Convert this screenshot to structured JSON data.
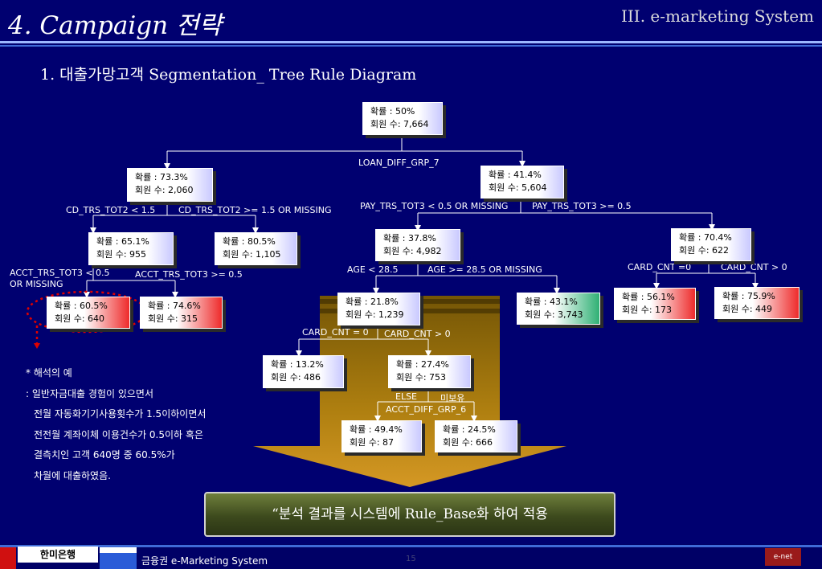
{
  "header": {
    "title": "4. Campaign  전략",
    "section": "III. e-marketing System",
    "subtitle": "1. 대출가망고객 Segmentation_ Tree Rule Diagram"
  },
  "nodes": {
    "root": {
      "prob": "확률 : 50%",
      "members": "회원 수: 7,664"
    },
    "n1": {
      "prob": "확률 : 73.3%",
      "members": "회원 수: 2,060"
    },
    "n2": {
      "prob": "확률 : 41.4%",
      "members": "회원 수: 5,604"
    },
    "n11": {
      "prob": "확률 : 65.1%",
      "members": "회원 수: 955"
    },
    "n12": {
      "prob": "확률 : 80.5%",
      "members": "회원 수: 1,105"
    },
    "n21": {
      "prob": "확률 : 37.8%",
      "members": "회원 수: 4,982"
    },
    "n22": {
      "prob": "확률 : 70.4%",
      "members": "회원 수: 622"
    },
    "n111": {
      "prob": "확률 : 60.5%",
      "members": "회원 수: 640"
    },
    "n112": {
      "prob": "확률 : 74.6%",
      "members": "회원 수: 315"
    },
    "n211": {
      "prob": "확률 : 21.8%",
      "members": "회원 수: 1,239"
    },
    "n212": {
      "prob": "확률 : 43.1%",
      "members": "회원 수: 3,743"
    },
    "n221": {
      "prob": "확률 : 56.1%",
      "members": "회원 수: 173"
    },
    "n222": {
      "prob": "확률 : 75.9%",
      "members": "회원 수: 449"
    },
    "n2111": {
      "prob": "확률 : 13.2%",
      "members": "회원 수: 486"
    },
    "n2112": {
      "prob": "확률 : 27.4%",
      "members": "회원 수: 753"
    },
    "n21121": {
      "prob": "확률 : 49.4%",
      "members": "회원 수: 87"
    },
    "n21122": {
      "prob": "확률 : 24.5%",
      "members": "회원 수: 666"
    }
  },
  "splits": {
    "loan": "LOAN_DIFF_GRP_7",
    "cd_left": "CD_TRS_TOT2 < 1.5",
    "cd_right": "CD_TRS_TOT2 >= 1.5 OR MISSING",
    "pay_left": "PAY_TRS_TOT3 < 0.5 OR MISSING",
    "pay_right": "PAY_TRS_TOT3 >= 0.5",
    "acct_left_1": "ACCT_TRS_TOT3 < 0.5",
    "acct_left_2": "OR MISSING",
    "acct_right": "ACCT_TRS_TOT3 >= 0.5",
    "age_left": "AGE < 28.5",
    "age_right": "AGE >= 28.5 OR MISSING",
    "card_r_left": "CARD_CNT =0",
    "card_r_right": "CARD_CNT > 0",
    "card_m_left": "CARD_CNT = 0",
    "card_m_right": "CARD_CNT > 0",
    "else": "ELSE",
    "unowned": "미보유",
    "acct_diff": "ACCT_DIFF_GRP_6"
  },
  "interpretation": [
    "* 해석의 예",
    ": 일반자금대출 경험이 있으면서",
    "  전월 자동화기기사용횟수가 1.5이하이면서",
    "  전전월 계좌이체 이용건수가 0.5이하 혹은",
    "  결측치인 고객 640명 중 60.5%가",
    "  차월에 대출하였음."
  ],
  "banner": "“분석 결과를 시스템에 Rule_Base화 하여 적용",
  "footer": {
    "logo": "한미은행",
    "text": "금융권 e-Marketing System",
    "page": "15",
    "brand": "e-net"
  },
  "colors": {
    "background": "#000070",
    "highlight_red": "#ee2b2b",
    "highlight_green": "#2fb074",
    "arrow": "#b8860b",
    "dotted_circle": "#e00000"
  }
}
